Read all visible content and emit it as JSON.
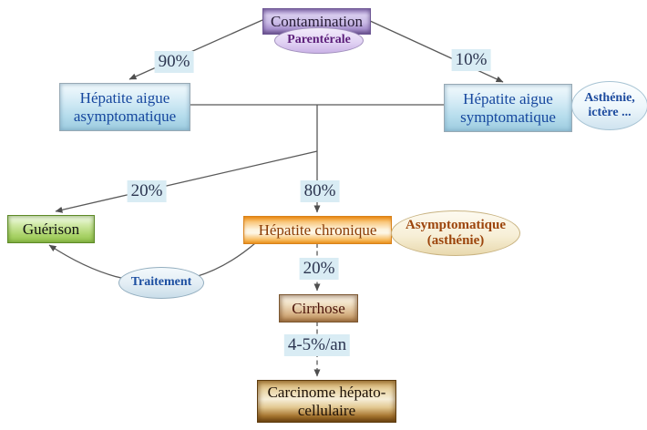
{
  "diagram": {
    "nodes": {
      "contamination": {
        "label": "Contamination"
      },
      "parenterale": {
        "label": "Parentérale"
      },
      "acute_asymptomatic": {
        "line1": "Hépatite aigue",
        "line2": "asymptomatique"
      },
      "acute_symptomatic": {
        "line1": "Hépatite aigue",
        "line2": "symptomatique"
      },
      "asthenie_ictere": {
        "line1": "Asthénie,",
        "line2": "ictère ..."
      },
      "guerison": {
        "label": "Guérison"
      },
      "traitement": {
        "label": "Traitement"
      },
      "hepatite_chronique": {
        "label": "Hépatite chronique"
      },
      "asymptomatique_note": {
        "line1": "Asymptomatique",
        "line2": "(asthénie)"
      },
      "cirrhose": {
        "label": "Cirrhose"
      },
      "carcinome": {
        "line1": "Carcinome hépato-",
        "line2": "cellulaire"
      }
    },
    "edge_labels": {
      "to_asymptomatic": "90%",
      "to_symptomatic": "10%",
      "to_guerison": "20%",
      "to_chronique": "80%",
      "to_cirrhose": "20%",
      "to_carcinome": "4-5%/an"
    },
    "colors": {
      "background": "#ffffff",
      "connector_line": "#595959",
      "edge_label_bg": "#d9ecf4",
      "contamination_purple": "#b39ddb",
      "acute_blue": "#b5dcec",
      "blue_text": "#16479e",
      "guerison_green": "#a8d266",
      "chronique_orange": "#ef9822",
      "chronique_text": "#8a3c05",
      "cirrhose_brown": "#d8b488",
      "carcinome_gold": "#c99f58",
      "note_cream": "#f7efd7",
      "note_brown_text": "#9c450c",
      "parenterale_text": "#5c1f7a"
    }
  }
}
